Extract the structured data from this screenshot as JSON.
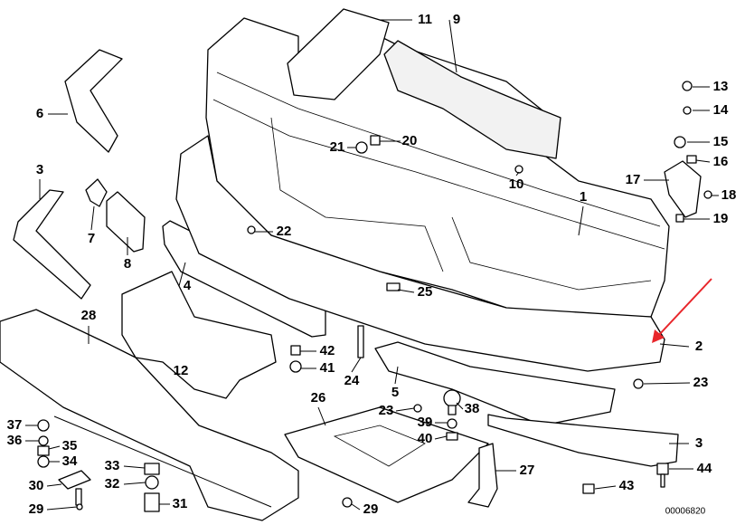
{
  "diagram": {
    "labels": {
      "l11": "11",
      "l9": "9",
      "l6": "6",
      "l13": "13",
      "l14": "14",
      "l21": "21",
      "l20": "20",
      "l15": "15",
      "l16": "16",
      "l3a": "3",
      "l17": "17",
      "l18": "18",
      "l10": "10",
      "l1": "1",
      "l19": "19",
      "l7": "7",
      "l22": "22",
      "l8": "8",
      "l4": "4",
      "l25": "25",
      "l28": "28",
      "l2": "2",
      "l42": "42",
      "l41": "41",
      "l24": "24",
      "l12": "12",
      "l23a": "23",
      "l5": "5",
      "l26": "26",
      "l38": "38",
      "l23b": "23",
      "l39": "39",
      "l40": "40",
      "l37": "37",
      "l36": "36",
      "l35": "35",
      "l34": "34",
      "l33": "33",
      "l3b": "3",
      "l30": "30",
      "l32": "32",
      "l27": "27",
      "l44": "44",
      "l43": "43",
      "l31": "31",
      "l29a": "29",
      "l29b": "29"
    },
    "drawing_code": "00006820",
    "highlight_arrow_color": "#e8262b",
    "line_color": "#000000"
  }
}
